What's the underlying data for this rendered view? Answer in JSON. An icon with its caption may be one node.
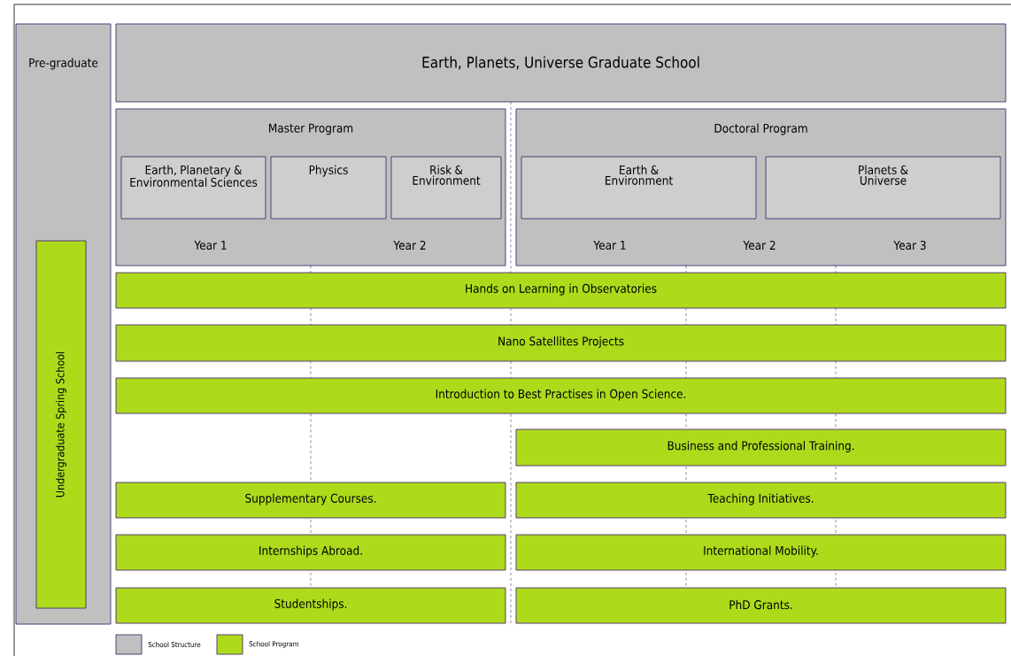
{
  "diagram": {
    "nodes": [
      {
        "text": [
          "Pre-graduate"
        ]
      },
      {
        "text": [
          "Undergraduate Spring School"
        ],
        "in": 0
      },
      {
        "text": [
          "Earth, Planets, Universe Graduate School"
        ]
      },
      {
        "text": [
          "Master Program",
          "Year 1",
          "Year 2"
        ]
      },
      {
        "text": [
          "Earth, Planetary & Environmental Sciences"
        ],
        "in": 3
      },
      {
        "text": [
          "Physics"
        ],
        "in": 3
      },
      {
        "text": [
          "Risk & Environment"
        ],
        "in": 3
      },
      {
        "text": [
          "Doctoral Program",
          "Year 1",
          "Year 2",
          "Year 3"
        ]
      },
      {
        "text": [
          "Earth & Environment"
        ],
        "in": 7
      },
      {
        "text": [
          "Planets & Universe"
        ],
        "in": 7
      },
      {
        "text": [
          "Hands on Learning in Observatories"
        ]
      },
      {
        "text": [
          "Nano Satellites Projects"
        ]
      },
      {
        "text": [
          "Introduction to Best Practises in Open Science."
        ]
      },
      {
        "text": [
          "Business and Professional Training."
        ]
      },
      {
        "text": [
          "Supplementary Courses."
        ]
      },
      {
        "text": [
          "Teaching Initiatives."
        ]
      },
      {
        "text": [
          "Internships Abroad."
        ]
      },
      {
        "text": [
          "International Mobility."
        ]
      },
      {
        "text": [
          "Studentships."
        ]
      },
      {
        "text": [
          "PhD Grants."
        ]
      }
    ],
    "edges": [],
    "legend": [
      {
        "text": "School Structure",
        "color": "#c0c0c0"
      },
      {
        "text": "School Program",
        "color": "#addb1c"
      }
    ]
  }
}
